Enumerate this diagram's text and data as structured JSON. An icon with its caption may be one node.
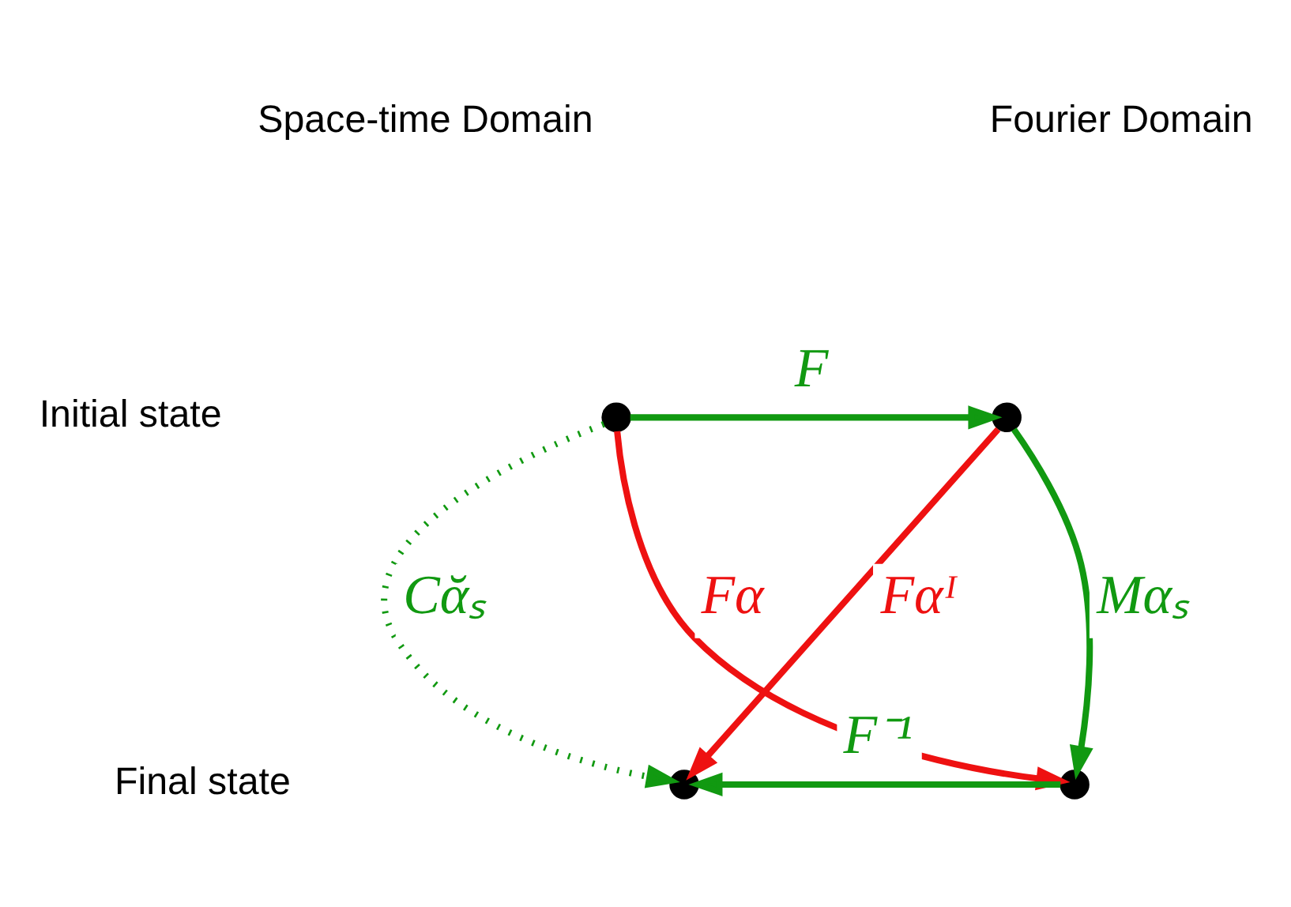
{
  "diagram": {
    "nodes": [
      {
        "text": [],
        "shape": "cross"
      },
      {
        "text": [],
        "shape": "cross"
      },
      {
        "text": [],
        "shape": "cross"
      },
      {
        "text": [],
        "shape": "cross"
      }
    ],
    "edges": [
      {
        "from": 0,
        "to": 1,
        "arrow": "to",
        "label": "F"
      },
      {
        "from": 1,
        "to": 3,
        "arrow": "to",
        "label": "Mαₛ"
      },
      {
        "from": 3,
        "to": 2,
        "arrow": "to",
        "label": "F⁻¹"
      },
      {
        "from": 0,
        "to": 2,
        "arrow": "to",
        "label": "Cᾰₛ",
        "style": "dashed"
      },
      {
        "from": 0,
        "to": 3,
        "arrow": "to",
        "label": "Fα",
        "color": "#ee1111"
      },
      {
        "from": 1,
        "to": 2,
        "arrow": "to",
        "label": "Fαᴵ",
        "color": "#ee1111"
      }
    ],
    "labels": [
      "Space-time Domain",
      "Fourier Domain",
      "Initial state",
      "Final state"
    ]
  }
}
